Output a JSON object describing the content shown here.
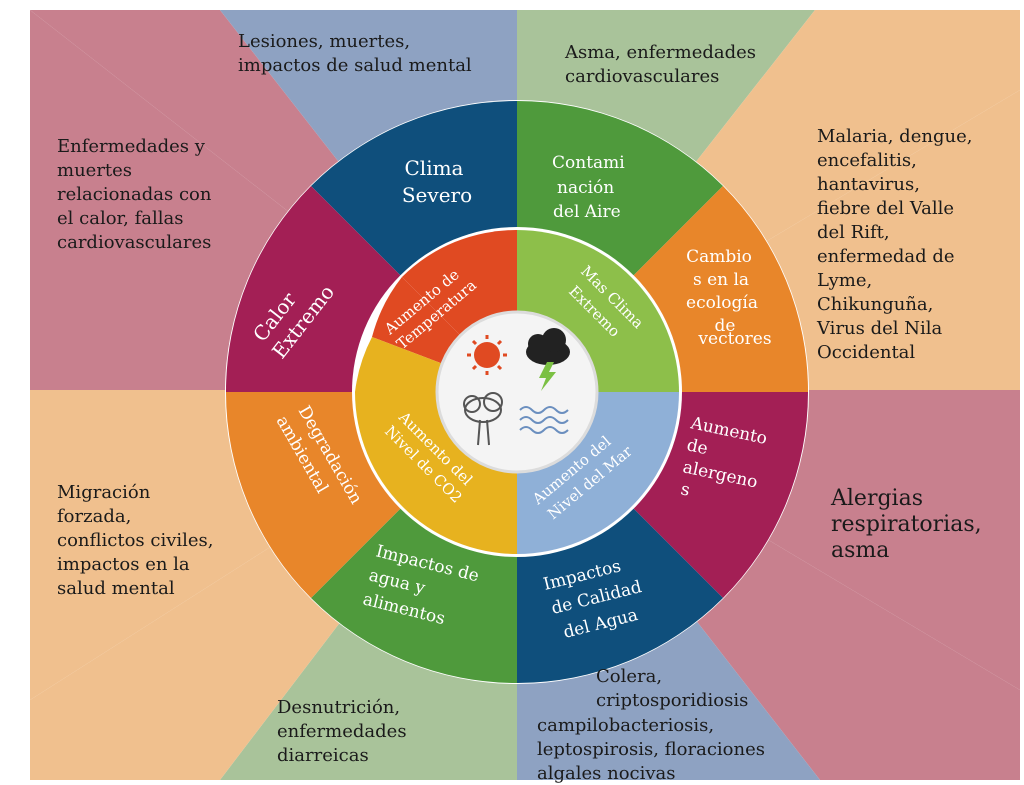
{
  "colors": {
    "blue": "#0f4f7c",
    "green": "#4f9a3c",
    "orange": "#e8862a",
    "magenta": "#a31f55",
    "yellow": "#e7b21f",
    "red_orange": "#e04a22",
    "light_green": "#8dbf4a",
    "light_blue": "#8fb0d7"
  },
  "outer_effects": {
    "top_left": [
      "Lesiones, muertes,",
      "impactos de salud mental"
    ],
    "top_right": [
      "Asma, enfermedades",
      "cardiovasculares"
    ],
    "right_upper": [
      "Malaria, dengue,",
      "encefalitis,",
      "hantavirus,",
      "fiebre del Valle",
      "del Rift,",
      "enfermedad de",
      "Lyme,",
      "Chikunguña,",
      "Virus del Nila",
      "Occidental"
    ],
    "right_lower": [
      "Alergias",
      "respiratorias,",
      "asma"
    ],
    "bottom_right": [
      "Colera,",
      "criptosporidiosis",
      "campilobacteriosis,",
      "leptospirosis, floraciones",
      "algales nocivas"
    ],
    "bottom_left": [
      "Desnutrición,",
      "enfermedades",
      "diarreicas"
    ],
    "left_lower": [
      "Migración",
      "forzada,",
      "conflictos civiles,",
      "impactos en la",
      "salud mental"
    ],
    "left_upper": [
      "Enfermedades y",
      "muertes",
      "relacionadas con",
      "el calor, fallas",
      "cardiovasculares"
    ]
  },
  "ring_segments": {
    "clima_severo": [
      "Clima",
      "Severo"
    ],
    "contaminacion": [
      "Contami",
      "nación",
      "del Aire"
    ],
    "vectores": [
      "Cambio",
      "s en la",
      "ecología",
      "de",
      "vectores"
    ],
    "alergenos": [
      "Aumento",
      "de",
      "alergeno",
      "s"
    ],
    "calidad_agua": [
      "Impactos",
      "de Calidad",
      "del Agua"
    ],
    "agua_alimentos": [
      "Impactos de",
      "agua y",
      "alimentos"
    ],
    "degradacion": [
      "Degradación",
      "ambiental"
    ],
    "calor_extremo": [
      "Calor",
      "Extremo"
    ]
  },
  "inner_drivers": {
    "temperatura": [
      "Aumento de",
      "Temperatura"
    ],
    "clima_extremo": [
      "Mas Clima",
      "Extremo"
    ],
    "co2": [
      "Aumento del",
      "Nivel de CO2"
    ],
    "nivel_mar": [
      "Aumento del",
      "Nivel del Mar"
    ]
  },
  "center_icons": [
    "sun-icon",
    "storm-cloud-icon",
    "smoke-plume-icon",
    "water-waves-icon"
  ]
}
